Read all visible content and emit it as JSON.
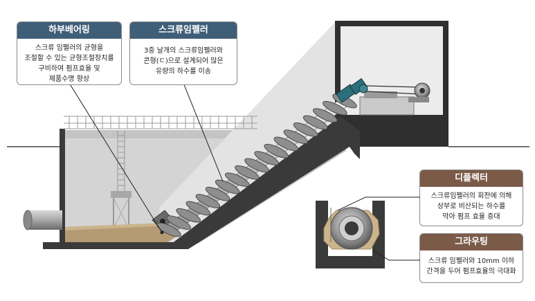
{
  "callouts": {
    "lower_bearing": {
      "title": "하부베어링",
      "lines": [
        "스크류 임펠러의 균형을",
        "조절할 수 있는 균형조절장치를",
        "구비하여 펌프효율 및",
        "제품수명 향상"
      ]
    },
    "screw_impeller": {
      "title": "스크류임펠러",
      "lines": [
        "3중 날개의 스크류임펠러와",
        "콘형(ㄷ)으로 설계되어 많은",
        "유량의 하수를 이송"
      ]
    },
    "deflector": {
      "title": "디플렉터",
      "lines": [
        "스크류임펠러의 회전에 의해",
        "상부로 비산되는 하수를",
        "막아 펌프 효율 증대"
      ]
    },
    "grouting": {
      "title": "그라우팅",
      "lines": [
        "스크류 임펠러와 10mm 이하",
        "간격을 두어 펌프효율의 극대화"
      ]
    }
  },
  "colors": {
    "header_blue": "#3f5e78",
    "header_brown": "#7b5a48",
    "concrete_dark": "#3a3a3a",
    "wall_gray": "#cfcfcf",
    "sewage_brown": "#b59b73",
    "screw_steel": "#8c8c8c",
    "motor_teal": "#2a6f7a"
  }
}
